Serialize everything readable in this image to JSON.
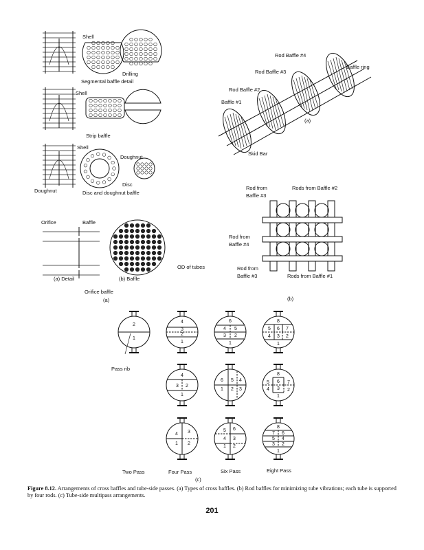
{
  "figure_a": {
    "segmental": {
      "shell_label": "Shell",
      "drilling_label": "Drilling",
      "title": "Segmental baffle detail"
    },
    "strip": {
      "shell_label": "Shell",
      "title": "Strip baffle"
    },
    "doughnut": {
      "shell_label": "Shell",
      "doughnut_label": "Doughnut",
      "disc_label": "Disc",
      "doughnut_left_label": "Doughnut",
      "title": "Disc and doughnut baffle"
    },
    "orifice": {
      "orifice_label": "Orifice",
      "baffle_label": "Baffle",
      "od_label": "OD of tubes",
      "detail_label": "(a) Detail",
      "baffle_sub_label": "(b) Baffle",
      "title": "Orifice baffle"
    },
    "panel_label": "(a)"
  },
  "figure_b_top": {
    "rod4": "Rod Baffle #4",
    "ring": "Baffle ring",
    "rod3": "Rod Baffle #3",
    "rod2": "Rod Baffle #2",
    "rod1": "Baffle #1",
    "skid": "Skid Bar",
    "panel_label": "(a)"
  },
  "figure_b_grid": {
    "rod3_top_1": "Rod from",
    "rod3_top_2": "Baffle #3",
    "rods2": "Rods from Baffle #2",
    "rod4_1": "Rod from",
    "rod4_2": "Baffle #4",
    "rod3_bot_1": "Rod from",
    "rod3_bot_2": "Baffle #3",
    "rods1": "Rods from Baffle #1",
    "panel_label": "(b)"
  },
  "figure_c": {
    "pass_rib_label": "Pass rib",
    "columns": [
      "Two Pass",
      "Four Pass",
      "Six Pass",
      "Eight Pass"
    ],
    "panel_label": "(c)",
    "diagrams": [
      {
        "id": "two",
        "numbers": [
          "2",
          "1"
        ]
      },
      {
        "id": "four-a",
        "numbers": [
          "4",
          "3",
          "2",
          "1"
        ]
      },
      {
        "id": "six-a",
        "numbers": [
          "6",
          "4",
          "5",
          "3",
          "2",
          "1"
        ]
      },
      {
        "id": "eight-a",
        "numbers": [
          "8",
          "5",
          "6",
          "7",
          "4",
          "3",
          "2",
          "1"
        ]
      },
      {
        "id": "four-b",
        "numbers": [
          "4",
          "3",
          "2",
          "1"
        ]
      },
      {
        "id": "six-b",
        "numbers": [
          "6",
          "5",
          "4",
          "1",
          "2",
          "3"
        ]
      },
      {
        "id": "eight-b",
        "numbers": [
          "8",
          "5",
          "6",
          "7",
          "4",
          "3",
          "2",
          "1"
        ]
      },
      {
        "id": "four-c",
        "numbers": [
          "4",
          "3",
          "1",
          "2"
        ]
      },
      {
        "id": "six-c",
        "numbers": [
          "5",
          "6",
          "4",
          "3",
          "1",
          "2"
        ]
      },
      {
        "id": "eight-c",
        "numbers": [
          "8",
          "7",
          "6",
          "5",
          "4",
          "3",
          "2",
          "1"
        ]
      }
    ]
  },
  "caption": {
    "label": "Figure 8.12.",
    "text": " Arrangements of cross baffles and tube-side passes. (a) Types of cross baffles. (b) Rod baffles for minimizing tube vibrations; each tube is supported by four rods. (c) Tube-side multipass arrangements."
  },
  "page_number": "201"
}
